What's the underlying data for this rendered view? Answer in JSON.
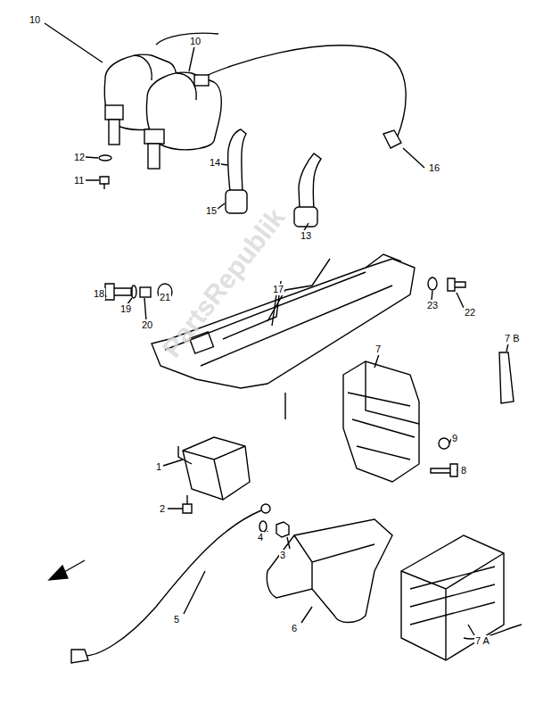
{
  "diagram": {
    "labels": [
      "10",
      "10",
      "12",
      "11",
      "14",
      "15",
      "13",
      "16",
      "17",
      "18",
      "19",
      "20",
      "21",
      "23",
      "22",
      "7 B",
      "7",
      "9",
      "8",
      "1",
      "2",
      "5",
      "4",
      "3",
      "6",
      "7 A",
      "PartsRepublik"
    ]
  }
}
